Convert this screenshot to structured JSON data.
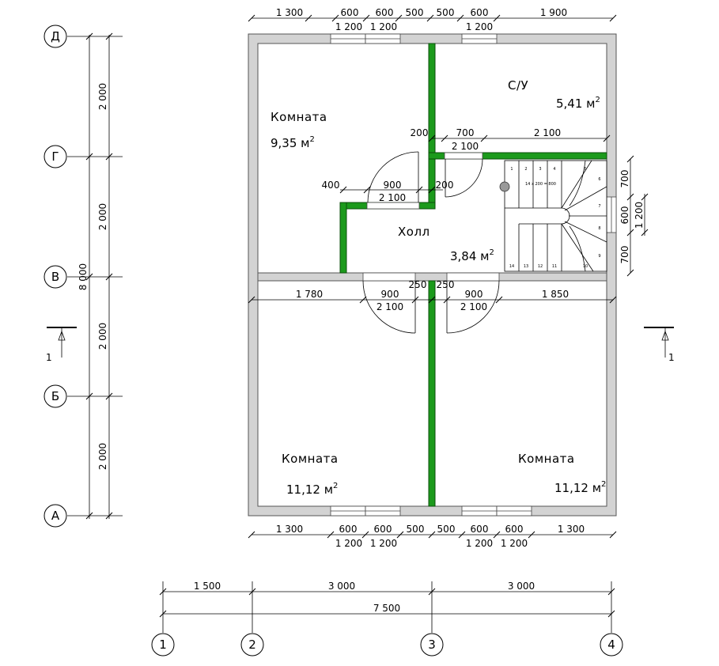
{
  "dims": {
    "top_row1": [
      "1 300",
      "600",
      "600",
      "500",
      "500",
      "600",
      "1 900"
    ],
    "top_row2": [
      "1 200",
      "1 200",
      "1 200"
    ],
    "bottom_row1": [
      "1 300",
      "600",
      "600",
      "500",
      "500",
      "600",
      "600",
      "1 300"
    ],
    "bottom_row2": [
      "1 200",
      "1 200",
      "1 200",
      "1 200"
    ],
    "axes_row": [
      "1 500",
      "3 000",
      "3 000"
    ],
    "total_width": "7 500",
    "left_segments": [
      "2 000",
      "2 000",
      "2 000",
      "2 000"
    ],
    "left_total": "8 000",
    "right_segments": [
      "700",
      "600",
      "700"
    ],
    "right_window": "1 200",
    "interior": {
      "hall_top_700": "700",
      "hall_top_2100": "2 100",
      "hall_top_200": "200",
      "su_door_h": "2 100",
      "room_door_400": "400",
      "room_door_900": "900",
      "room_door_h": "2 100",
      "room_door_200": "200",
      "mid_1780": "1 780",
      "mid_900_left": "900",
      "mid_2100_left": "2 100",
      "mid_250_left": "250",
      "mid_250_right": "250",
      "mid_900_right": "900",
      "mid_2100_right": "2 100",
      "mid_1850": "1 850"
    }
  },
  "rooms": {
    "room_top_left": {
      "name": "Комната",
      "area": "9,35 м"
    },
    "su": {
      "name": "С/У",
      "area": "5,41 м"
    },
    "hall": {
      "name": "Холл",
      "area": "3,84 м"
    },
    "room_bottom_left": {
      "name": "Комната",
      "area": "11,12 м"
    },
    "room_bottom_right": {
      "name": "Комната",
      "area": "11,12 м"
    },
    "sup": "2"
  },
  "axes": {
    "rows": [
      "Д",
      "Г",
      "В",
      "Б",
      "А"
    ],
    "cols": [
      "1",
      "2",
      "3",
      "4"
    ]
  },
  "section_marks": {
    "left": "1",
    "right": "1"
  },
  "stair": {
    "label": "14 x 200 = 800",
    "steps_top": [
      "1",
      "2",
      "3",
      "4",
      "5"
    ],
    "steps_right": [
      "6",
      "7",
      "8",
      "9"
    ],
    "steps_bottom": [
      "10",
      "11",
      "12",
      "13",
      "14"
    ]
  },
  "colors": {
    "wall": "#d3d3d3",
    "partition": "#1c9a1c"
  }
}
